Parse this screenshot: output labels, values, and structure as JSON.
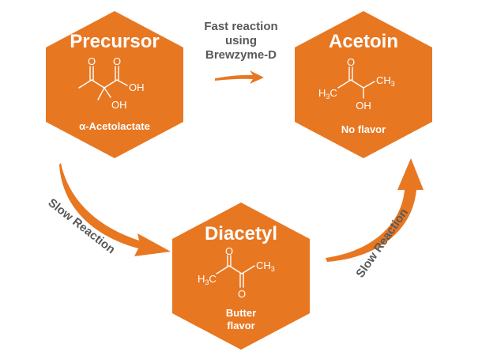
{
  "colors": {
    "hexagon": "#E87722",
    "arrow": "#E87722",
    "label": "#58595B",
    "text": "#ffffff"
  },
  "nodes": {
    "precursor": {
      "title": "Precursor",
      "subtitle": "α-Acetolactate"
    },
    "acetoin": {
      "title": "Acetoin",
      "subtitle": "No flavor"
    },
    "diacetyl": {
      "title": "Diacetyl",
      "subtitle_line1": "Butter",
      "subtitle_line2": "flavor"
    }
  },
  "atoms": {
    "oxygen": "O",
    "oh": "OH",
    "h3c": "H",
    "ch3": "CH",
    "c": "C",
    "sub3": "3"
  },
  "edges": {
    "fast_line1": "Fast reaction",
    "fast_line2": "using",
    "fast_line3": "Brewzyme-D",
    "slow_left": "Slow Reaction",
    "slow_right": "Slow Reaction"
  }
}
